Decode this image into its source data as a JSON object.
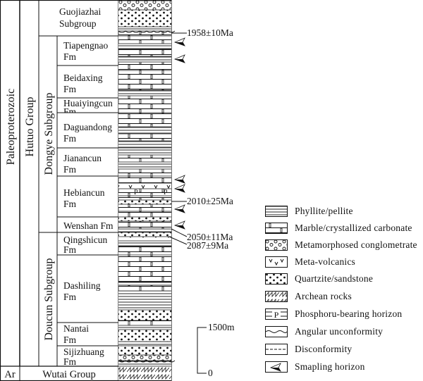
{
  "title": "Stratigraphic column of the Hutuo Group",
  "era": {
    "label": "Paleoproterozoic"
  },
  "group": {
    "label": "Hutuo Group"
  },
  "subgroups": [
    {
      "id": "guojiazhai",
      "label_lines": [
        "Guojiazhai",
        "Subgroup"
      ]
    },
    {
      "id": "dongye",
      "label": "Dongye Subgroup"
    },
    {
      "id": "doucun",
      "label": "Doucun Subgroup"
    }
  ],
  "formations": [
    {
      "id": "tiapengnao",
      "lines": [
        "Tiapengnao",
        "Fm"
      ]
    },
    {
      "id": "beidaxing",
      "lines": [
        "Beidaxing",
        "Fm"
      ]
    },
    {
      "id": "huaiyingcun",
      "lines": [
        "Huaiyingcun",
        "Fm"
      ]
    },
    {
      "id": "daguandong",
      "lines": [
        "Daguandong",
        "Fm"
      ]
    },
    {
      "id": "jianancun",
      "lines": [
        "Jianancun",
        "Fm"
      ]
    },
    {
      "id": "hebiancun",
      "lines": [
        "Hebiancun",
        "Fm"
      ]
    },
    {
      "id": "wenshan",
      "lines": [
        "Wenshan Fm"
      ]
    },
    {
      "id": "qingshicun",
      "lines": [
        "Qingshicun",
        "Fm"
      ]
    },
    {
      "id": "dashiling",
      "lines": [
        "Dashiling",
        "Fm"
      ]
    },
    {
      "id": "nantai",
      "lines": [
        "Nantai",
        "Fm"
      ]
    },
    {
      "id": "sijizhuang",
      "lines": [
        "Sijizhuang",
        "Fm"
      ]
    }
  ],
  "basement": {
    "era": "Ar",
    "label": "Wutai Group"
  },
  "ages": [
    {
      "id": "age-1958",
      "label": "1958±10Ma"
    },
    {
      "id": "age-2010",
      "label": "2010±25Ma"
    },
    {
      "id": "age-2050",
      "label": "2050±11Ma"
    },
    {
      "id": "age-2087",
      "label": "2087±9Ma"
    }
  ],
  "scale_bar": {
    "top_label": "1500m",
    "bottom_label": "0"
  },
  "legend": [
    {
      "id": "phyllite",
      "label": "Phyllite/pellite"
    },
    {
      "id": "marble",
      "label": "Marble/crystallized carbonate"
    },
    {
      "id": "conglomerate",
      "label": "Metamorphosed conglometrate"
    },
    {
      "id": "volcanics",
      "label": "Meta-volcanics"
    },
    {
      "id": "quartzite",
      "label": "Quartzite/sandstone"
    },
    {
      "id": "archean",
      "label": "Archean rocks"
    },
    {
      "id": "phosphorus",
      "label": "Phosphoru-bearing horizon"
    },
    {
      "id": "angular",
      "label": "Angular unconformity"
    },
    {
      "id": "disconformity",
      "label": "Disconformity"
    },
    {
      "id": "sampling",
      "label": "Smapling horizon"
    }
  ],
  "phosphorus_symbol": "P"
}
